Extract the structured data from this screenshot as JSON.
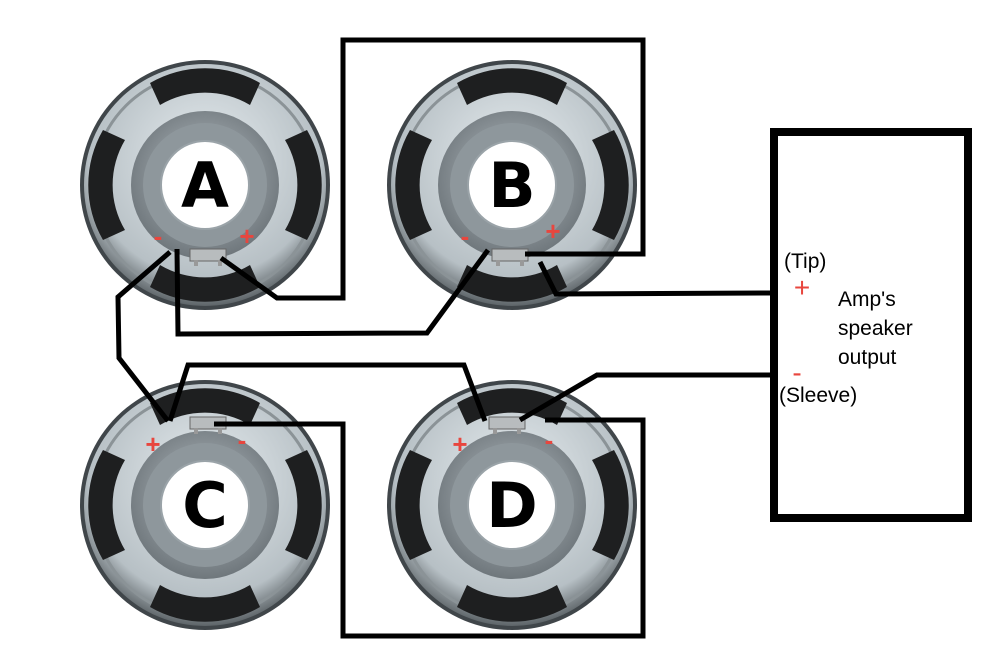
{
  "speakers": [
    {
      "label": "A",
      "minus": "-",
      "plus": "+"
    },
    {
      "label": "B",
      "minus": "-",
      "plus": "+"
    },
    {
      "label": "C",
      "minus": "-",
      "plus": "+"
    },
    {
      "label": "D",
      "minus": "-",
      "plus": "+"
    }
  ],
  "amp": {
    "tip_label": "(Tip)",
    "plus": "+",
    "title_line1": "Amp's",
    "title_line2": "speaker",
    "title_line3": "output",
    "minus": "-",
    "sleeve_label": "(Sleeve)"
  },
  "colors": {
    "polarity": "#e8463e",
    "wire": "#000000"
  }
}
